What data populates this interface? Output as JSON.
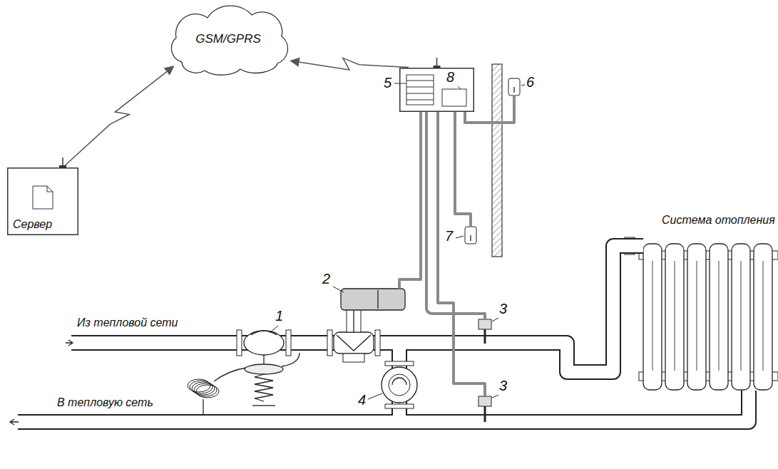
{
  "diagram": {
    "nodes": [
      {
        "text": [
          "GSM/GPRS"
        ]
      },
      {
        "text": [
          "Сервер"
        ]
      },
      {
        "text": [
          "5",
          "8"
        ]
      }
    ],
    "edges": [
      {
        "from": 1,
        "to": 0,
        "arrow": "to"
      },
      {
        "from": 2,
        "to": 0,
        "arrow": "to"
      }
    ],
    "labels": [
      "Из тепловой сети",
      "В тепловую сеть",
      "Система отопления",
      "1",
      "2",
      "3",
      "4",
      "3",
      "6",
      "7"
    ]
  }
}
